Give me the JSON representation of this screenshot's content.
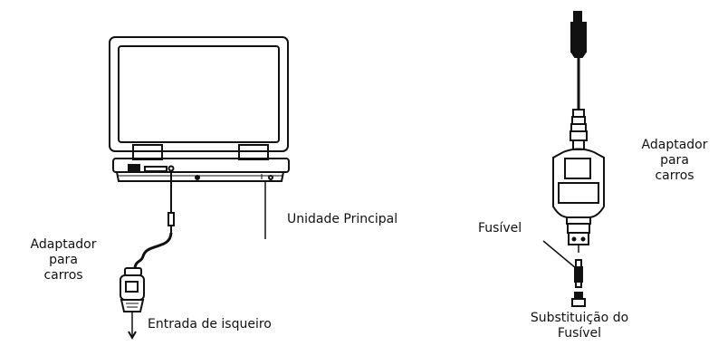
{
  "labels": {
    "main_unit": "Unidade Principal",
    "car_adapter_left_line1": "Adaptador",
    "car_adapter_left_line2": "para",
    "car_adapter_left_line3": "carros",
    "lighter_input": "Entrada de isqueiro",
    "car_adapter_right_line1": "Adaptador",
    "car_adapter_right_line2": "para",
    "car_adapter_right_line3": "carros",
    "fuse": "Fusível",
    "fuse_replacement_line1": "Substituição do",
    "fuse_replacement_line2": "Fusível"
  }
}
